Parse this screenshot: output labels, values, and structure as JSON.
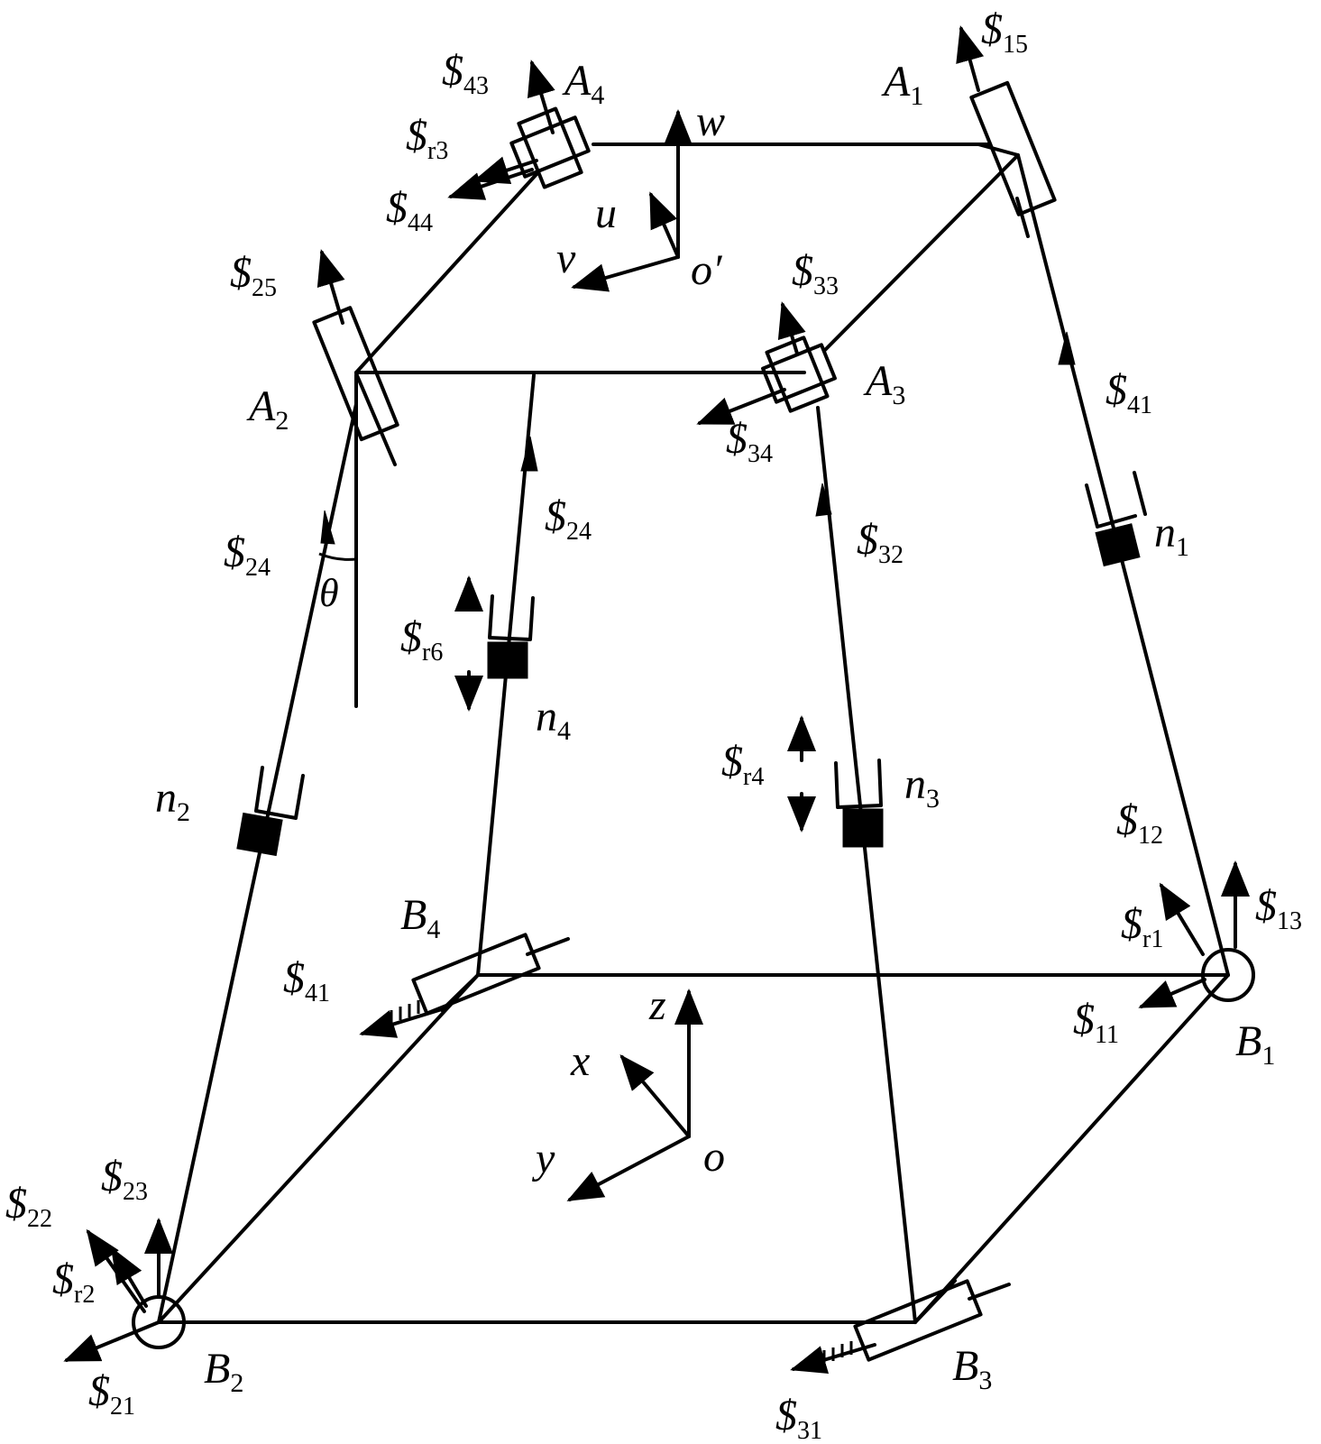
{
  "labels": {
    "A1": {
      "base": "A",
      "sub": "1"
    },
    "A2": {
      "base": "A",
      "sub": "2"
    },
    "A3": {
      "base": "A",
      "sub": "3"
    },
    "A4": {
      "base": "A",
      "sub": "4"
    },
    "B1": {
      "base": "B",
      "sub": "1"
    },
    "B2": {
      "base": "B",
      "sub": "2"
    },
    "B3": {
      "base": "B",
      "sub": "3"
    },
    "B4": {
      "base": "B",
      "sub": "4"
    },
    "n1": {
      "base": "n",
      "sub": "1"
    },
    "n2": {
      "base": "n",
      "sub": "2"
    },
    "n3": {
      "base": "n",
      "sub": "3"
    },
    "n4": {
      "base": "n",
      "sub": "4"
    },
    "theta": "θ",
    "o": "o",
    "o_prime": "o′",
    "x": "x",
    "y": "y",
    "z": "z",
    "u": "u",
    "v": "v",
    "w": "w"
  },
  "screws": {
    "s15": {
      "base": "$",
      "sub": "15"
    },
    "s41_top": {
      "base": "$",
      "sub": "41"
    },
    "s43": {
      "base": "$",
      "sub": "43"
    },
    "sr3": {
      "base": "$",
      "sub": "r3"
    },
    "s44": {
      "base": "$",
      "sub": "44"
    },
    "s25": {
      "base": "$",
      "sub": "25"
    },
    "s33": {
      "base": "$",
      "sub": "33"
    },
    "s34": {
      "base": "$",
      "sub": "34"
    },
    "s24_left": {
      "base": "$",
      "sub": "24"
    },
    "s24_mid": {
      "base": "$",
      "sub": "24"
    },
    "s32": {
      "base": "$",
      "sub": "32"
    },
    "sr6": {
      "base": "$",
      "sub": "r6"
    },
    "sr4": {
      "base": "$",
      "sub": "r4"
    },
    "s12": {
      "base": "$",
      "sub": "12"
    },
    "s13": {
      "base": "$",
      "sub": "13"
    },
    "sr1": {
      "base": "$",
      "sub": "r1"
    },
    "s11": {
      "base": "$",
      "sub": "11"
    },
    "s41_bottom": {
      "base": "$",
      "sub": "41"
    },
    "s23": {
      "base": "$",
      "sub": "23"
    },
    "s22": {
      "base": "$",
      "sub": "22"
    },
    "sr2": {
      "base": "$",
      "sub": "r2"
    },
    "s21": {
      "base": "$",
      "sub": "21"
    },
    "s31": {
      "base": "$",
      "sub": "31"
    }
  }
}
